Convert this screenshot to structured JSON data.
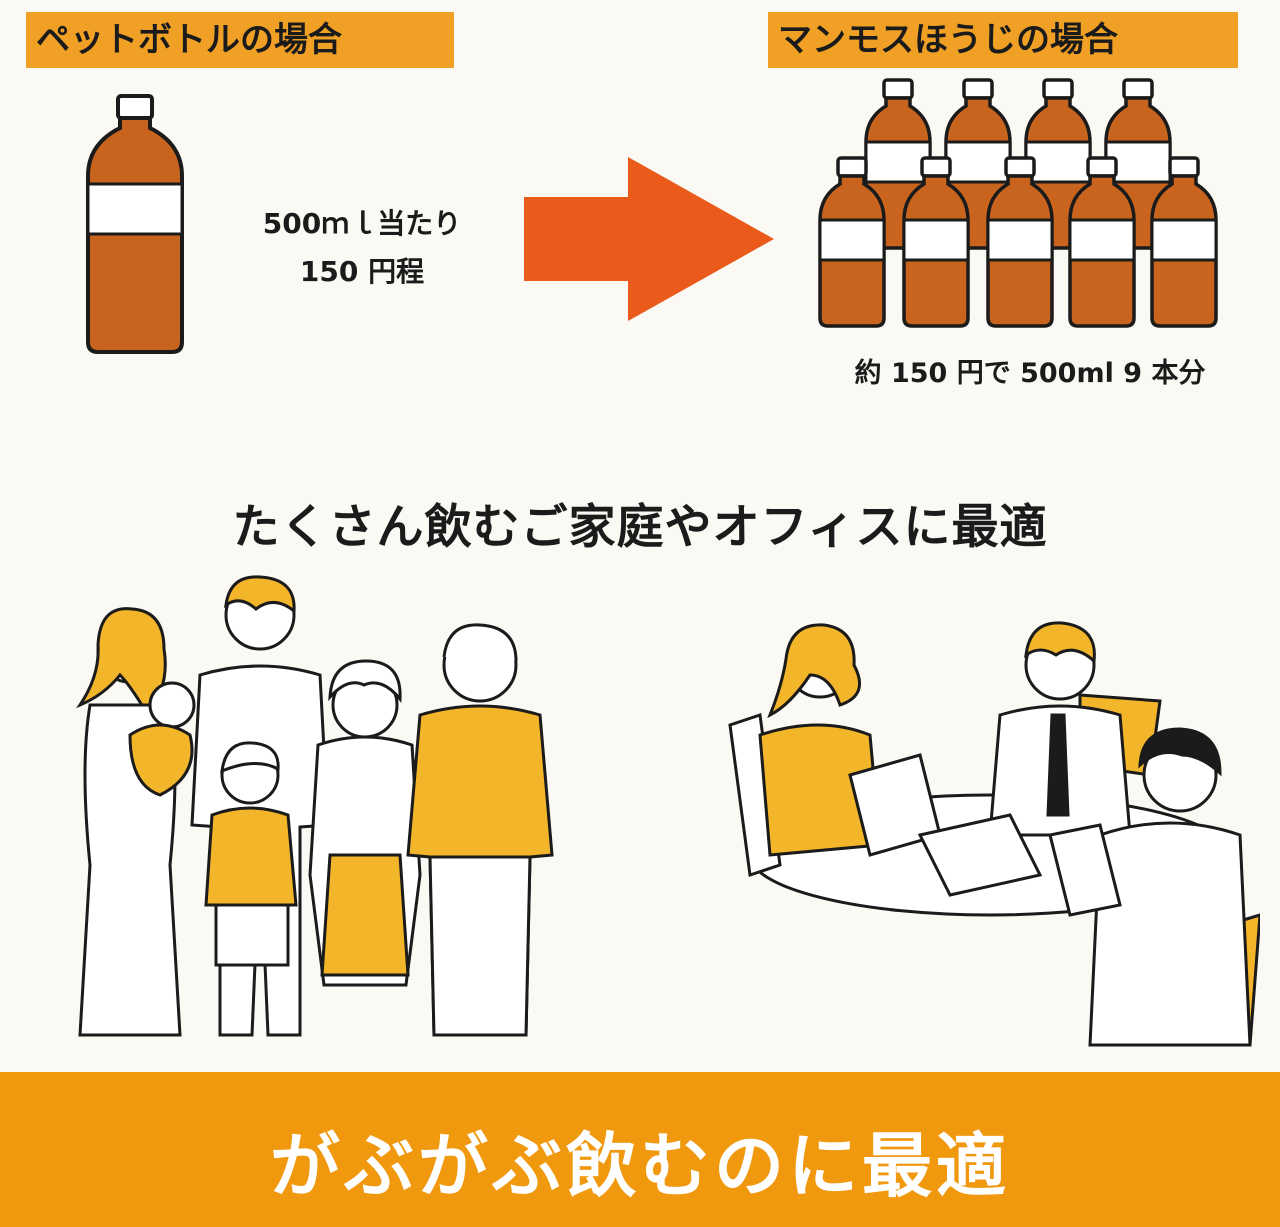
{
  "left_panel": {
    "tag": "ペットボトルの場合",
    "price_line1": "500ｍｌ当たり",
    "price_line2": "150 円程"
  },
  "right_panel": {
    "tag": "マンモスほうじの場合",
    "price": "約 150 円で 500ml 9 本分"
  },
  "headline": "たくさん飲むご家庭やオフィスに最適",
  "banner": "がぶがぶ飲むのに最適",
  "colors": {
    "tag_bg": "#f0a024",
    "tea": "#c8641d",
    "arrow": "#ea5a1b",
    "banner_bg": "#f0980e",
    "accent_yellow": "#f3b52a"
  },
  "icons": [
    "pet-bottle-icon",
    "arrow-right-icon",
    "bottle-group-icon",
    "family-illustration",
    "office-meeting-illustration"
  ]
}
